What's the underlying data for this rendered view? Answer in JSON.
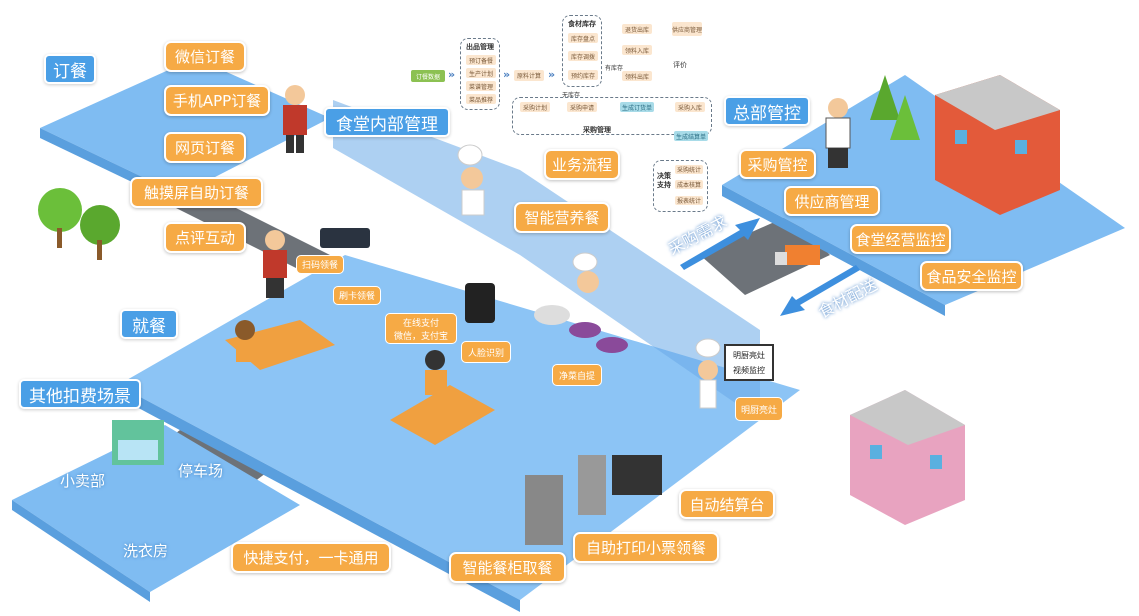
{
  "sections": {
    "ordering": "订餐",
    "canteen_internal": "食堂内部管理",
    "hq_control": "总部管控",
    "dining": "就餐",
    "other_scenes": "其他扣费场景"
  },
  "ordering_items": [
    "微信订餐",
    "手机APP订餐",
    "网页订餐",
    "触摸屏自助订餐",
    "点评互动"
  ],
  "hq_items": [
    "采购管控",
    "供应商管理",
    "食堂经营监控",
    "食品安全监控"
  ],
  "center_items": {
    "business_flow": "业务流程",
    "smart_nutrition": "智能营养餐"
  },
  "road_labels": {
    "purchase_demand": "采购需求",
    "ingredient_delivery": "食材配送"
  },
  "dining_items": {
    "scan_pickup": "扫码领餐",
    "card_pickup": "刷卡领餐",
    "online_pay_line1": "在线支付",
    "online_pay_line2": "微信，支付宝",
    "face_recognition": "人脸识别",
    "clean_dish_pickup": "净菜自提",
    "sign_line1": "明厨亮灶",
    "sign_line2": "视频监控",
    "open_kitchen": "明厨亮灶"
  },
  "other_items": {
    "shop": "小卖部",
    "parking": "停车场",
    "laundry": "洗衣房",
    "quick_pay": "快捷支付，一卡通用"
  },
  "bottom_items": {
    "smart_cabinet": "智能餐柜取餐",
    "self_print": "自助打印小票领餐",
    "auto_checkout": "自动结算台"
  },
  "flowchart": {
    "order_data": "订餐数据",
    "output_mgmt": {
      "title": "出品管理",
      "items": [
        "预订备餐",
        "生产计划",
        "菜谱管理",
        "菜品推荐"
      ]
    },
    "material_calc": "原料计算",
    "inventory": {
      "title": "食材库存",
      "items": [
        "库存盘点",
        "库存调拨",
        "预约库存"
      ]
    },
    "return_out": "退货出库",
    "material_in": "领料入库",
    "material_out": "领料出库",
    "supplier_mgmt": "供应商管理",
    "evaluate": "评价",
    "has_stock": "有库存",
    "no_stock": "无库存",
    "purchase": {
      "title": "采购管理",
      "items": [
        "采购计划",
        "采购申请",
        "生成订货单",
        "采购入库",
        "生成结算单"
      ]
    },
    "decision": {
      "title": "决策支持",
      "items": [
        "采购统计",
        "成本核算",
        "报表统计"
      ]
    }
  }
}
